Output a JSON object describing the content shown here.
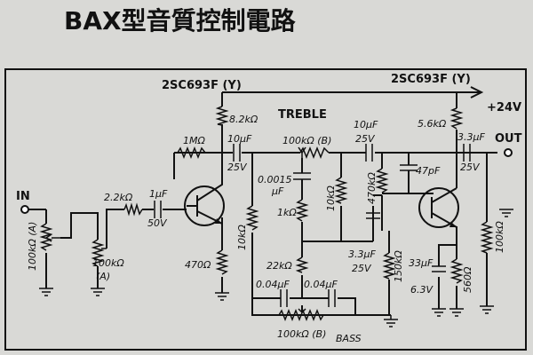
{
  "title": "BAX型音質控制電路",
  "transistors": {
    "left": "2SC693F (Y)",
    "right": "2SC693F (Y)"
  },
  "labels": {
    "in": "IN",
    "out": "OUT",
    "supply": "+24V",
    "treble": "TREBLE",
    "bass": "BASS"
  },
  "components": {
    "r_in": "2.2kΩ",
    "c_in": "1μF",
    "c_in_v": "50V",
    "vr_in1": "100kΩ (A)",
    "vr_in2_a": "100kΩ",
    "vr_in2_b": "(A)",
    "r_fb": "1MΩ",
    "r_c1": "8.2kΩ",
    "c_c1": "10μF",
    "c_c1_v": "25V",
    "r_b1": "10kΩ",
    "r_e1": "470Ω",
    "vr_treble": "100kΩ (B)",
    "c_t1": "0.0015",
    "c_t1_u": "μF",
    "r_t": "1kΩ",
    "r_mid": "10kΩ",
    "r_b2": "22kΩ",
    "c_b1": "0.04μF",
    "c_b2": "0.04μF",
    "vr_bass": "100kΩ (B)",
    "c_c2": "10μF",
    "c_c2_v": "25V",
    "r_c2": "5.6kΩ",
    "c_out": "3.3μF",
    "c_out_v": "25V",
    "r_fb2": "470kΩ",
    "c_fb2": "47pF",
    "c_e2": "3.3μF",
    "c_e2_v": "25V",
    "r_b3": "150kΩ",
    "c_e3": "33μF",
    "c_e3_v": "6.3V",
    "r_e2": "560Ω",
    "r_out": "100kΩ"
  }
}
